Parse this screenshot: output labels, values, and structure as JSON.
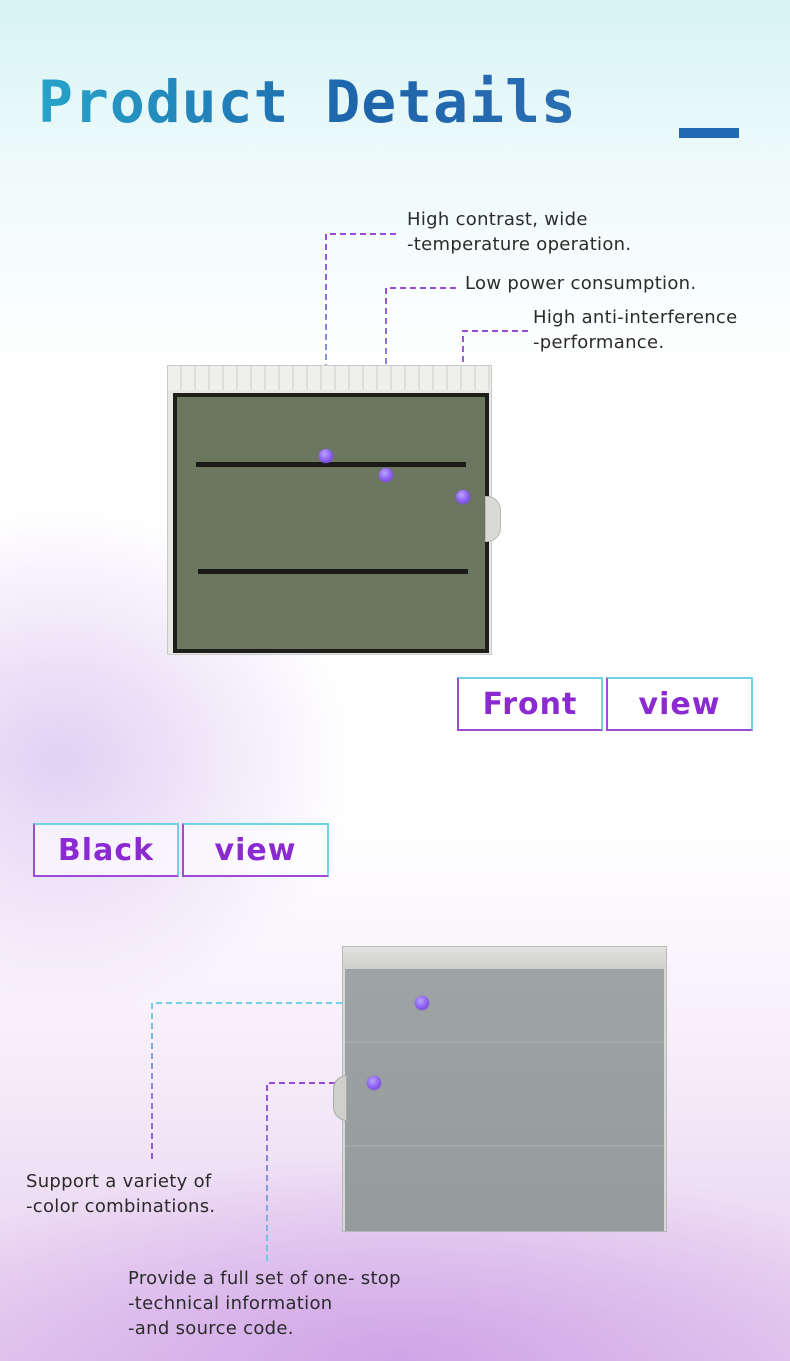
{
  "header": {
    "title": "Product Details"
  },
  "front": {
    "callouts": [
      "High contrast, wide\n-temperature operation.",
      "Low power consumption.",
      "High anti-interference\n-performance."
    ],
    "label": {
      "word1": "Front",
      "word2": "view"
    }
  },
  "back": {
    "label": {
      "word1": "Black",
      "word2": "view"
    },
    "callouts": [
      "Support a variety of\n-color combinations.",
      "Provide a full set of one- stop\n-technical information\n-and source code."
    ]
  },
  "colors": {
    "title_gradient_start": "#27a3c9",
    "title_gradient_end": "#1e64ab",
    "label_text": "#8a2ad0",
    "dot": "#8a5cf0",
    "line_purple": "#9b4bd6",
    "line_cyan": "#6fd3e3"
  }
}
